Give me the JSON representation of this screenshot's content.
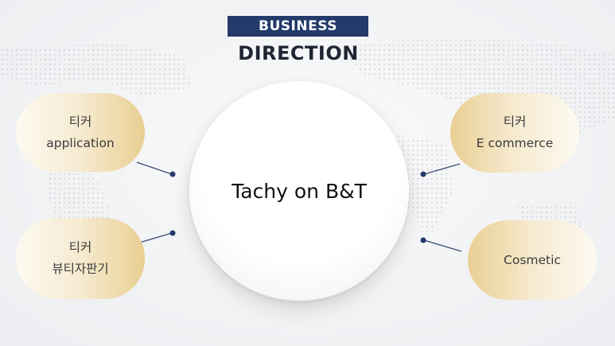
{
  "header": {
    "badge": "BUSINESS",
    "title": "DIRECTION"
  },
  "center": {
    "label": "Tachy on B&T"
  },
  "nodes": {
    "top_left": {
      "line1": "티커",
      "line2": "application"
    },
    "bottom_left": {
      "line1": "티커",
      "line2": "뷰티자판기"
    },
    "top_right": {
      "line1": "티커",
      "line2": "E commerce"
    },
    "bottom_right": {
      "line1": "Cosmetic"
    }
  },
  "colors": {
    "header_bg": "#233a6b",
    "node_gold": "#e9cf92",
    "connector": "#2c3e6b"
  }
}
